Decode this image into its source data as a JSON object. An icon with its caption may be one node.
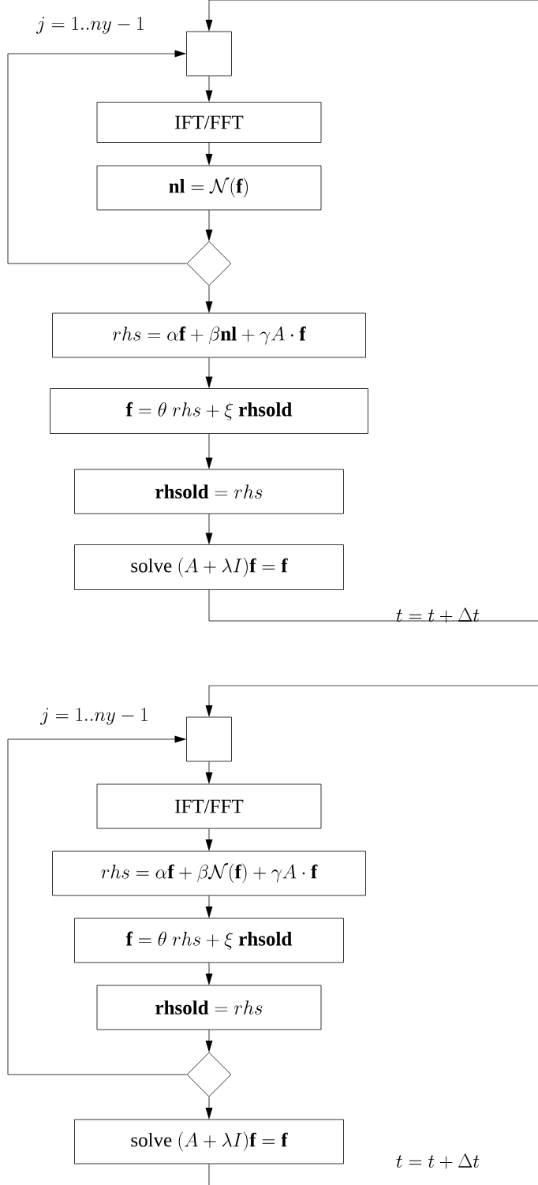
{
  "diagram": {
    "nodes": [
      {
        "text": [],
        "shape": "box"
      },
      {
        "text": [
          "IFT/FFT"
        ]
      },
      {
        "text": [
          "\\mathbf{nl}=\\mathcal{N}(\\mathbf{f})"
        ]
      },
      {
        "text": [],
        "shape": "diamond"
      },
      {
        "text": [
          "rhs=\\alpha\\mathbf{f}+\\beta\\mathbf{nl}+\\gamma A\\cdot\\mathbf{f}"
        ]
      },
      {
        "text": [
          "\\mathbf{f}=\\theta\\ rhs+\\xi\\ \\mathbf{rhsold}"
        ]
      },
      {
        "text": [
          "\\mathbf{rhsold}=rhs"
        ]
      },
      {
        "text": [
          "\\mbox{solve }(A+\\lambda I)\\mathbf{f}=\\mathbf{f}"
        ]
      },
      {
        "text": [],
        "shape": "box"
      },
      {
        "text": [
          "IFT/FFT"
        ]
      },
      {
        "text": [
          "rhs=\\alpha\\mathbf{f}+\\beta\\mathcal{N}(\\mathbf{f})+\\gamma A\\cdot\\mathbf{f}"
        ]
      },
      {
        "text": [
          "\\mathbf{f}=\\theta\\ rhs+\\xi\\ \\mathbf{rhsold}"
        ]
      },
      {
        "text": [
          "\\mathbf{rhsold}=rhs"
        ]
      },
      {
        "text": [],
        "shape": "diamond"
      },
      {
        "text": [
          "\\mbox{solve }(A+\\lambda I)\\mathbf{f}=\\mathbf{f}"
        ]
      }
    ],
    "edges": [
      {
        "from": 0,
        "to": 1,
        "arrow": "to"
      },
      {
        "from": 1,
        "to": 2,
        "arrow": "to"
      },
      {
        "from": 2,
        "to": 3,
        "arrow": "to"
      },
      {
        "from": 3,
        "to": 4,
        "arrow": "to"
      },
      {
        "from": 4,
        "to": 5,
        "arrow": "to"
      },
      {
        "from": 5,
        "to": 6,
        "arrow": "to"
      },
      {
        "from": 6,
        "to": 7,
        "arrow": "to"
      },
      {
        "from": 3,
        "to": 0,
        "arrow": "to"
      },
      {
        "from": 7,
        "to": null,
        "arrow": "none"
      },
      {
        "from": null,
        "to": 0,
        "arrow": "to"
      },
      {
        "from": 8,
        "to": 9,
        "arrow": "to"
      },
      {
        "from": 9,
        "to": 10,
        "arrow": "to"
      },
      {
        "from": 10,
        "to": 11,
        "arrow": "to"
      },
      {
        "from": 11,
        "to": 12,
        "arrow": "to"
      },
      {
        "from": 12,
        "to": 13,
        "arrow": "to"
      },
      {
        "from": 13,
        "to": 14,
        "arrow": "to"
      },
      {
        "from": 13,
        "to": 8,
        "arrow": "to"
      },
      {
        "from": 14,
        "to": null,
        "arrow": "none"
      },
      {
        "from": null,
        "to": 8,
        "arrow": "to"
      }
    ],
    "labels": [
      "j=1..ny-1",
      "t=t+\\Delta t",
      "j=1..ny-1",
      "t=t+\\Delta t"
    ]
  }
}
